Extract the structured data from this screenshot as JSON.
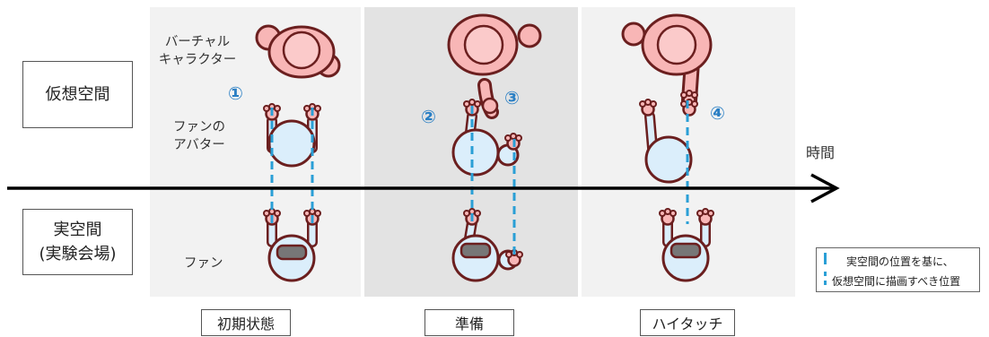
{
  "rows": {
    "virtual": "仮想空間",
    "real_line1": "実空間",
    "real_line2": "(実験会場)"
  },
  "labels": {
    "virtual_character_1": "バーチャル",
    "virtual_character_2": "キャラクター",
    "fan_avatar_1": "ファンの",
    "fan_avatar_2": "アバター",
    "fan": "ファン",
    "time": "時間"
  },
  "markers": [
    "①",
    "②",
    "③",
    "④"
  ],
  "states": [
    "初期状態",
    "準備",
    "ハイタッチ"
  ],
  "legend": {
    "line1": "実空間の位置を基に、",
    "line2": "仮想空間に描画すべき位置"
  },
  "colors": {
    "accent": "#2a7fc4",
    "dashed": "#2a9fd6",
    "character": "#f8b6b6",
    "fan_body": "#dbeefb",
    "outline": "#6b1f1f"
  }
}
